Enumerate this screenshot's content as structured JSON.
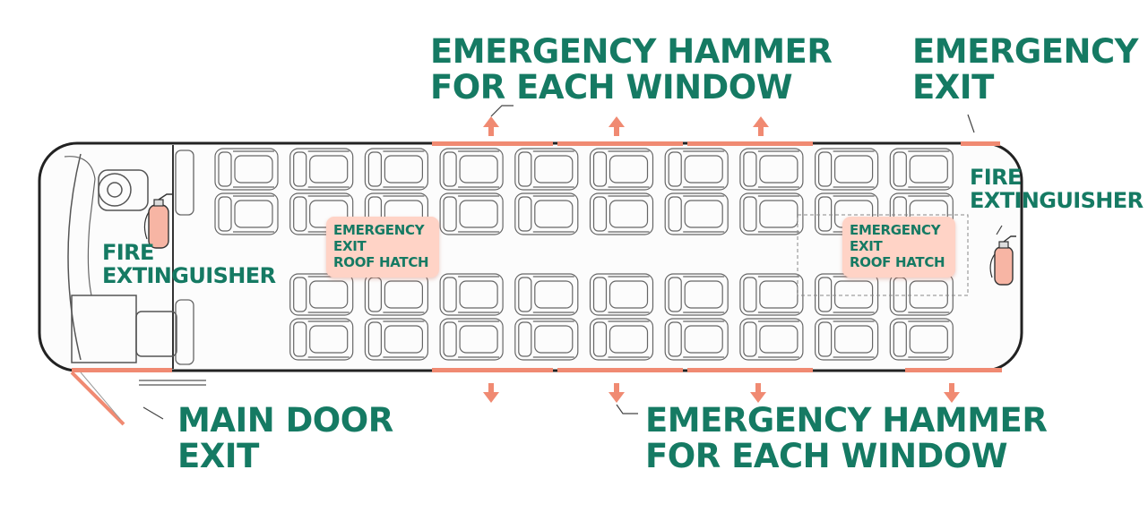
{
  "colors": {
    "label_text": "#157a63",
    "accent": "#f08a72",
    "outline": "#222222",
    "seat_line": "#666666",
    "hatch_fill": "#ffd3c6"
  },
  "labels": {
    "hammer_top": {
      "line1": "EMERGENCY HAMMER",
      "line2": "FOR EACH WINDOW"
    },
    "exit_top": {
      "line1": "EMERGENCY",
      "line2": "EXIT"
    },
    "fire_left": {
      "line1": "FIRE",
      "line2": "EXTINGUISHER"
    },
    "fire_right": {
      "line1": "FIRE",
      "line2": "EXTINGUISHER"
    },
    "main_door": {
      "line1": "MAIN DOOR",
      "line2": "EXIT"
    },
    "hammer_bottom": {
      "line1": "EMERGENCY HAMMER",
      "line2": "FOR EACH WINDOW"
    }
  },
  "roof_hatches": [
    {
      "line1": "EMERGENCY",
      "line2": "EXIT",
      "line3": "ROOF HATCH"
    },
    {
      "line1": "EMERGENCY",
      "line2": "EXIT",
      "line3": "ROOF HATCH"
    }
  ],
  "icons": {
    "fire_extinguisher": "fire-extinguisher-icon",
    "arrow": "arrow-icon",
    "seat": "seat-icon"
  }
}
